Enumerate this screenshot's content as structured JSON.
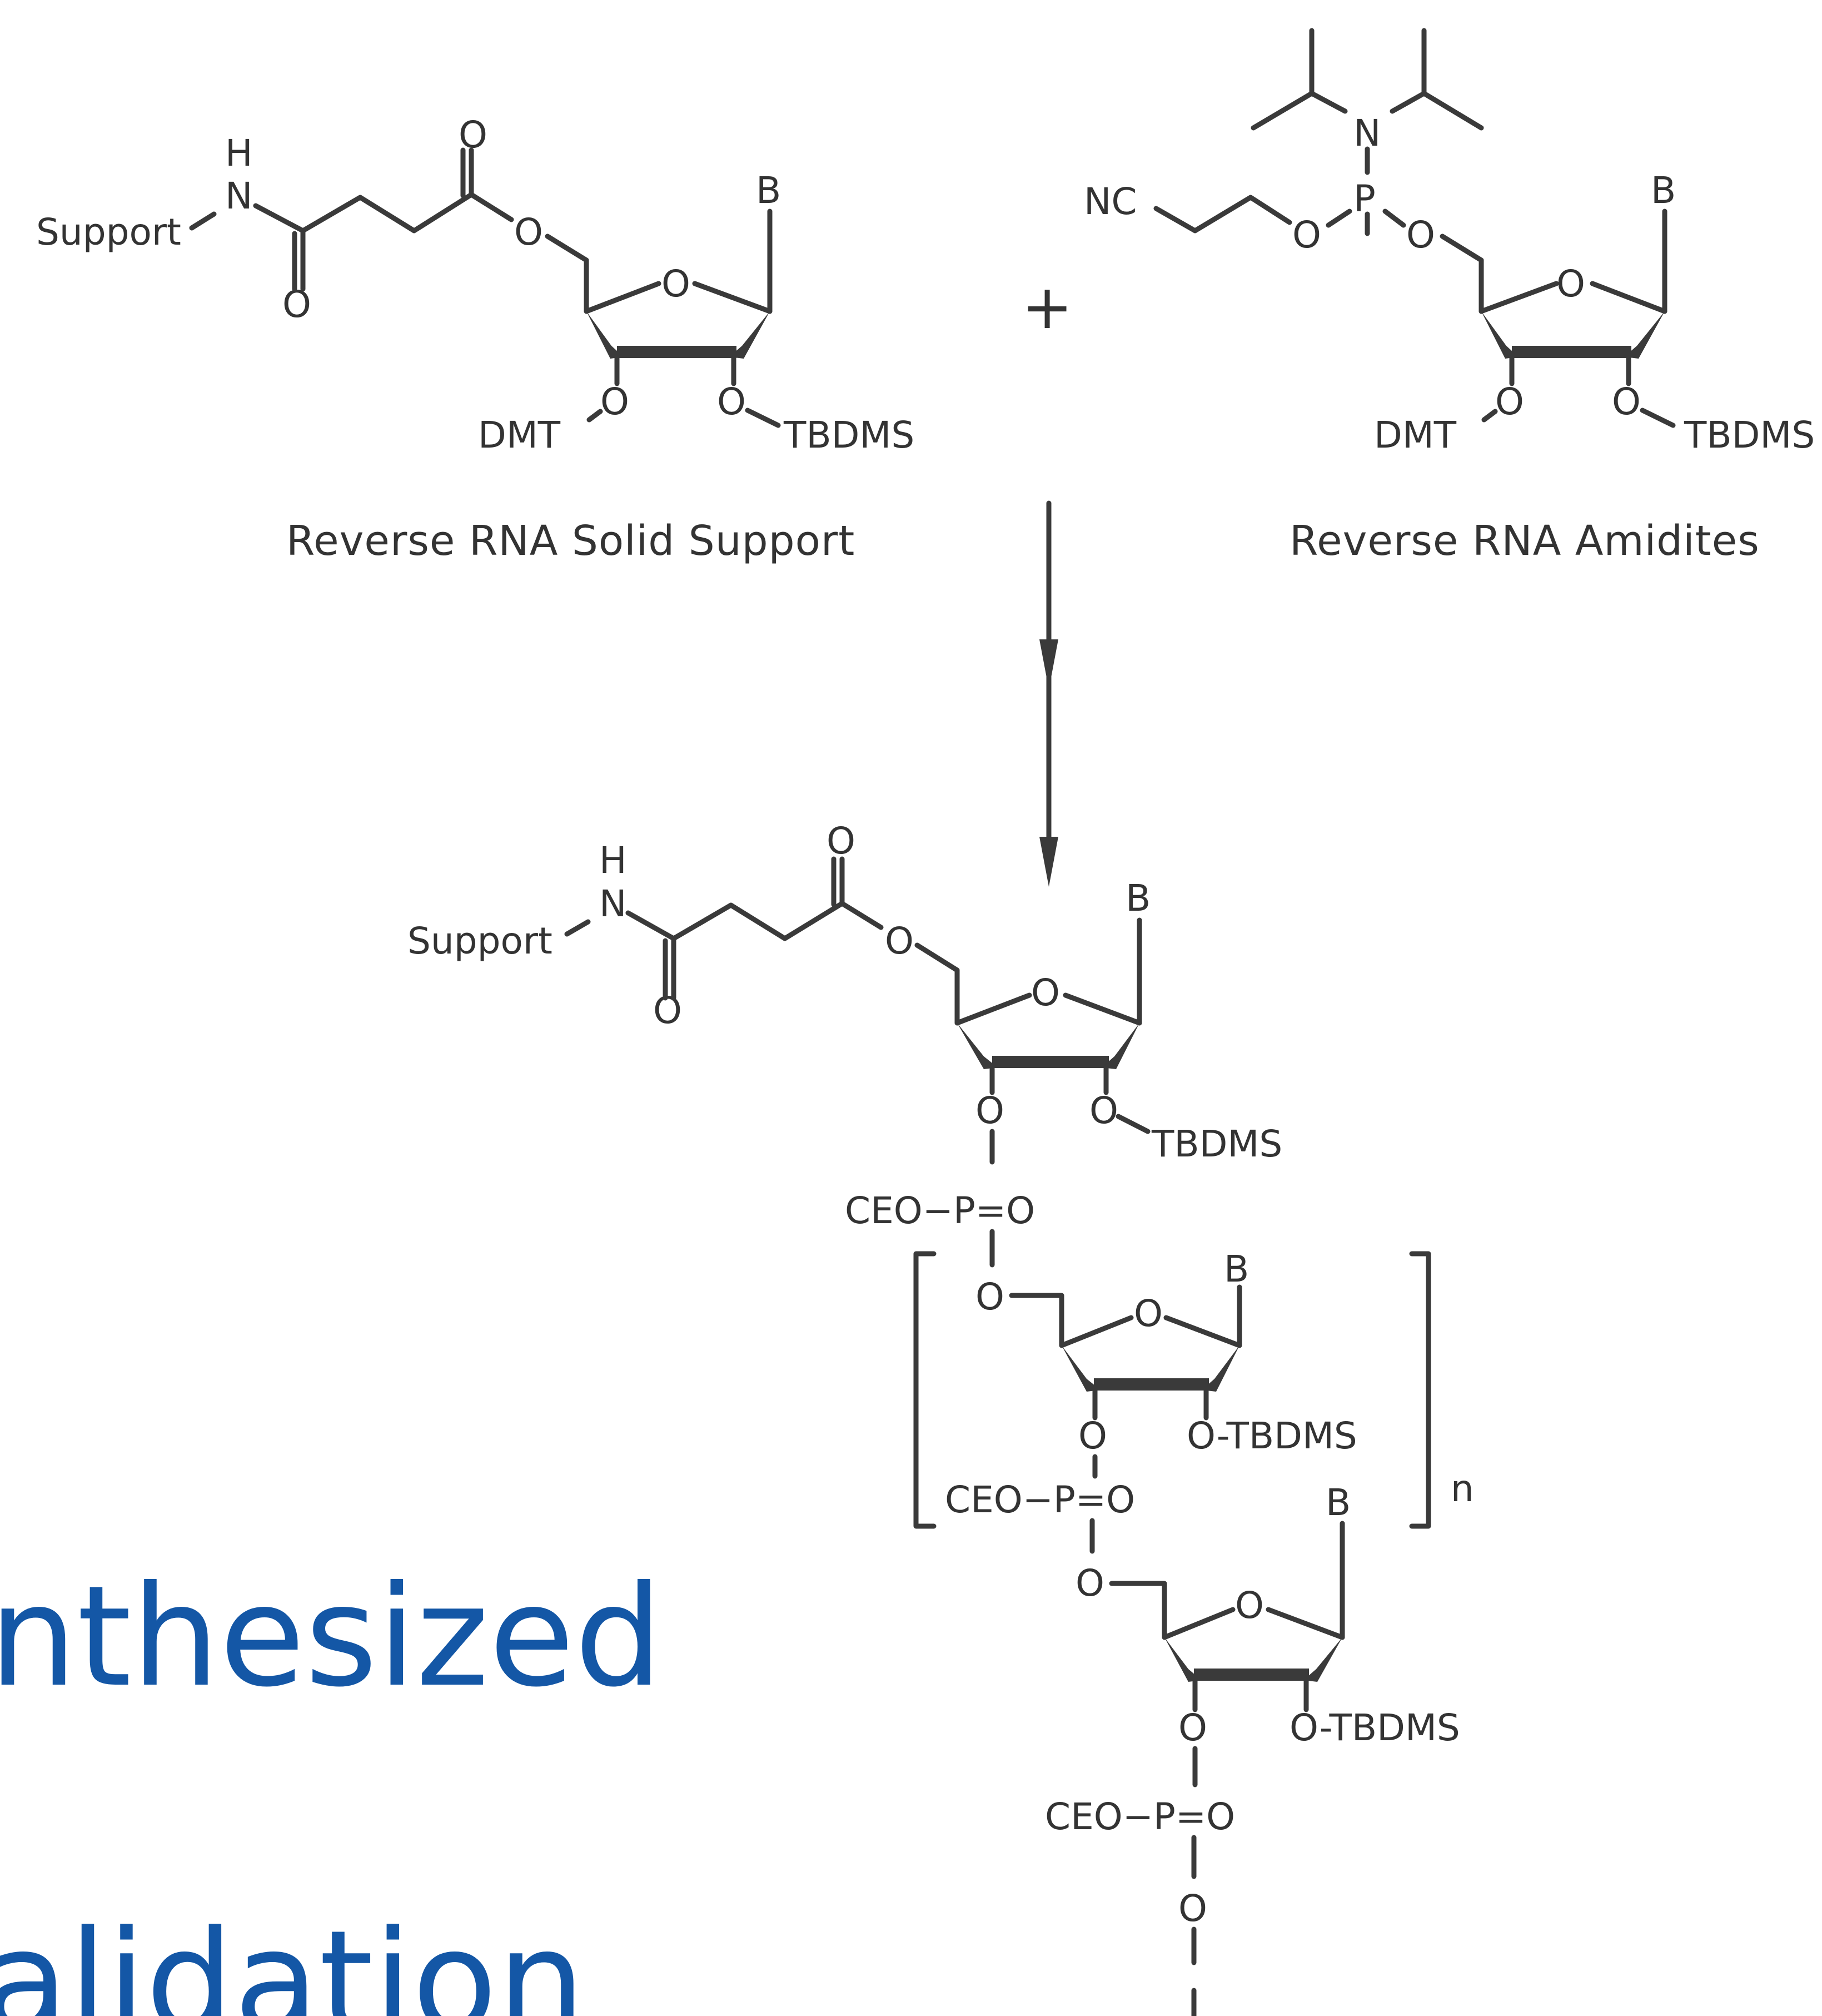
{
  "reactant_support": {
    "support": "Support",
    "nh_h": "H",
    "nh_n": "N",
    "carbonyl_o1": "O",
    "carbonyl_o2": "O",
    "ester_o": "O",
    "ring_o": "O",
    "base": "B",
    "o3": "O",
    "o2": "O",
    "dmt": "DMT",
    "tbdms": "TBDMS",
    "caption": "Reverse RNA Solid Support"
  },
  "plus_sign": "+",
  "reactant_amidite": {
    "n": "N",
    "p": "P",
    "nc": "NC",
    "o_left": "O",
    "o_right": "O",
    "ring_o": "O",
    "base": "B",
    "o3": "O",
    "o2": "O",
    "dmt": "DMT",
    "tbdms": "TBDMS",
    "caption": "Reverse RNA Amidites"
  },
  "product": {
    "support": "Support",
    "nh_h": "H",
    "nh_n": "N",
    "carbonyl_o1": "O",
    "carbonyl_o2": "O",
    "ester_o": "O",
    "ring1_o": "O",
    "base1": "B",
    "o3_1": "O",
    "o2_1": "O",
    "tbdms1": "TBDMS",
    "phosphate1": "CEO−P=O",
    "o5_2": "O",
    "ring2_o": "O",
    "base2": "B",
    "o3_2": "O",
    "o2tbdms2": "O-TBDMS",
    "phosphate2": "CEO−P=O",
    "repeat_n": "n",
    "base3": "B",
    "o5_3": "O",
    "ring3_o": "O",
    "o3_3": "O",
    "o2tbdms3": "O-TBDMS",
    "phosphate3": "CEO−P=O",
    "o_terminal": "O"
  },
  "background_text": {
    "line1": "nthesized",
    "line2": "alidation"
  },
  "colors": {
    "ink": "#333333",
    "bond": "#3a3a3a",
    "accent_blue": "#1457a6",
    "background": "#ffffff"
  }
}
